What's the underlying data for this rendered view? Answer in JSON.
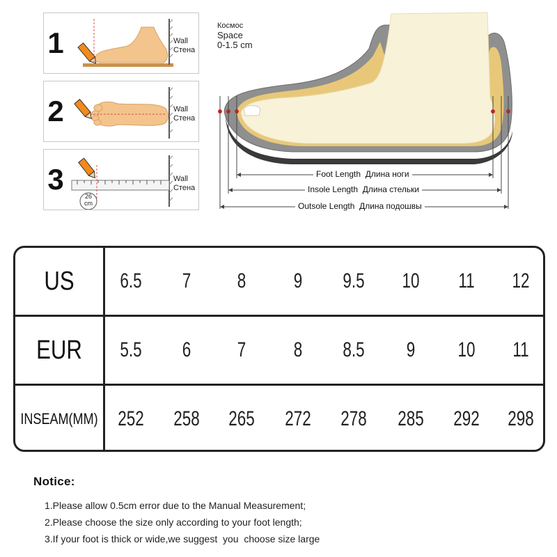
{
  "steps": [
    {
      "number": "1",
      "wall_en": "Wall",
      "wall_ru": "Стена"
    },
    {
      "number": "2",
      "wall_en": "Wall",
      "wall_ru": "Стена"
    },
    {
      "number": "3",
      "wall_en": "Wall",
      "wall_ru": "Стена",
      "ruler_value": "26",
      "ruler_unit": "cm"
    }
  ],
  "diagram": {
    "space_ru": "Космос",
    "space_en": "Space",
    "space_range": "0-1.5 cm",
    "measurements": [
      {
        "en": "Foot Length",
        "ru": "Длина ноги"
      },
      {
        "en": "Insole Length",
        "ru": "Длина стельки"
      },
      {
        "en": "Outsole Length",
        "ru": "Длина подошвы"
      }
    ]
  },
  "size_table": {
    "rows": [
      {
        "header": "US",
        "values": [
          "6.5",
          "7",
          "8",
          "9",
          "9.5",
          "10",
          "11",
          "12"
        ]
      },
      {
        "header": "EUR",
        "values": [
          "5.5",
          "6",
          "7",
          "8",
          "8.5",
          "9",
          "10",
          "11"
        ]
      },
      {
        "header": "INSEAM(MM)",
        "values": [
          "252",
          "258",
          "265",
          "272",
          "278",
          "285",
          "292",
          "298"
        ]
      }
    ]
  },
  "notice": {
    "title": "Notice:",
    "lines": [
      "1.Please allow 0.5cm error due to the Manual Measurement;",
      "2.Please choose the size only according to your foot length;",
      "3.If your foot is thick or wide,we suggest  you  choose size large"
    ]
  }
}
